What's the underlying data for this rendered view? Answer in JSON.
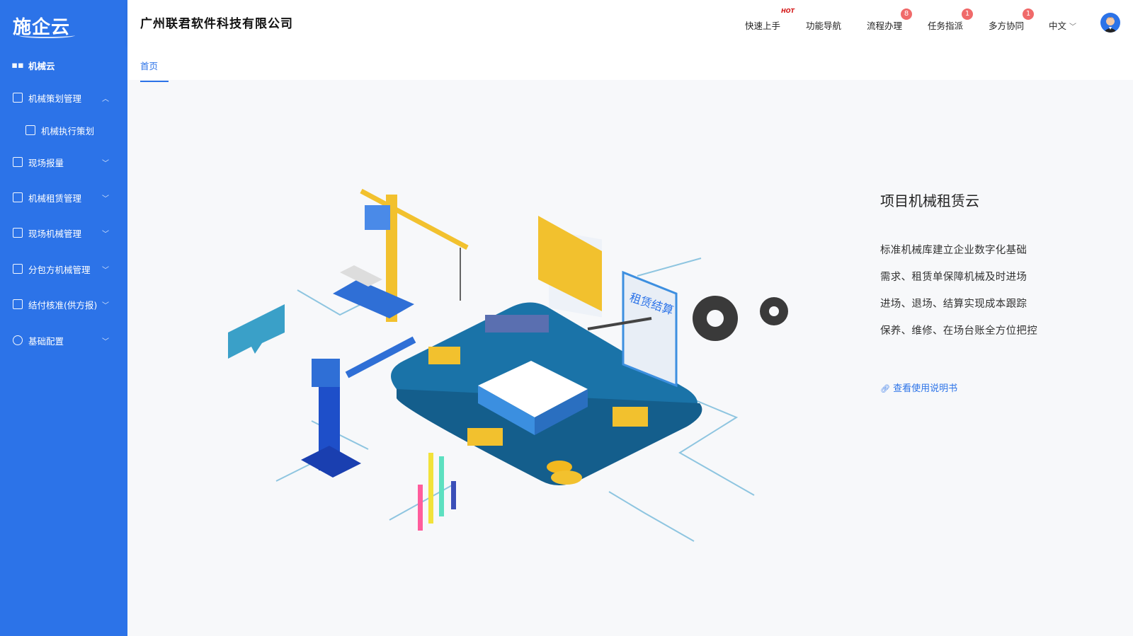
{
  "brand": {
    "logo": "施企云"
  },
  "sidebar": {
    "items": [
      {
        "label": "机械云",
        "icon": "grid-icon"
      },
      {
        "label": "机械策划管理",
        "icon": "database-check-icon",
        "expanded": true
      },
      {
        "label": "机械执行策划",
        "icon": "database-icon"
      },
      {
        "label": "现场报量",
        "icon": "report-search-icon"
      },
      {
        "label": "机械租赁管理",
        "icon": "hierarchy-icon"
      },
      {
        "label": "现场机械管理",
        "icon": "crane-icon"
      },
      {
        "label": "分包方机械管理",
        "icon": "machine-icon"
      },
      {
        "label": "结付核准(供方报)",
        "icon": "document-icon"
      },
      {
        "label": "基础配置",
        "icon": "apps-icon"
      }
    ]
  },
  "header": {
    "company": "广州联君软件科技有限公司",
    "nav": [
      {
        "label": "快速上手",
        "tag": "HOT"
      },
      {
        "label": "功能导航"
      },
      {
        "label": "流程办理",
        "badge": "8"
      },
      {
        "label": "任务指派",
        "badge": "1"
      },
      {
        "label": "多方协同",
        "badge": "1"
      }
    ],
    "language": "中文"
  },
  "tabs": [
    {
      "label": "首页",
      "active": true
    }
  ],
  "main": {
    "title": "项目机械租赁云",
    "features": [
      "标准机械库建立企业数字化基础",
      "需求、租赁单保障机械及时进场",
      "进场、退场、结算实现成本跟踪",
      "保养、维修、在场台账全方位把控"
    ],
    "manual_link": "查看使用说明书",
    "illustration_doc_label": "租赁结算"
  },
  "colors": {
    "primary": "#2c73e8",
    "badge": "#f06a6a"
  }
}
